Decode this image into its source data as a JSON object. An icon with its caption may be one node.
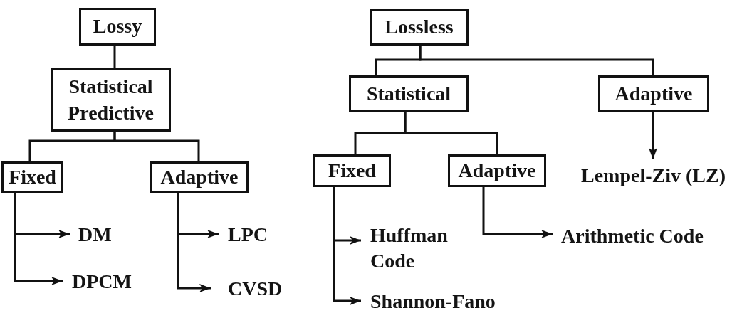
{
  "diagram": {
    "nodes": [
      {
        "text": [
          "Lossy"
        ]
      },
      {
        "text": [
          "Statistical Predictive"
        ]
      },
      {
        "text": [
          "Fixed"
        ]
      },
      {
        "text": [
          "Adaptive"
        ]
      },
      {
        "text": [
          "DM"
        ]
      },
      {
        "text": [
          "DPCM"
        ]
      },
      {
        "text": [
          "LPC"
        ]
      },
      {
        "text": [
          "CVSD"
        ]
      },
      {
        "text": [
          "Lossless"
        ]
      },
      {
        "text": [
          "Statistical"
        ]
      },
      {
        "text": [
          "Adaptive"
        ]
      },
      {
        "text": [
          "Lempel-Ziv (LZ)"
        ]
      },
      {
        "text": [
          "Fixed"
        ]
      },
      {
        "text": [
          "Adaptive"
        ]
      },
      {
        "text": [
          "Huffman Code"
        ]
      },
      {
        "text": [
          "Arithmetic Code"
        ]
      },
      {
        "text": [
          "Shannon-Fano"
        ]
      }
    ],
    "edges": [
      {
        "from": 0,
        "to": 1,
        "arrow": "none"
      },
      {
        "from": 1,
        "to": 2,
        "arrow": "none"
      },
      {
        "from": 1,
        "to": 3,
        "arrow": "none"
      },
      {
        "from": 2,
        "to": 4,
        "arrow": "to"
      },
      {
        "from": 2,
        "to": 5,
        "arrow": "to"
      },
      {
        "from": 3,
        "to": 6,
        "arrow": "to"
      },
      {
        "from": 3,
        "to": 7,
        "arrow": "to"
      },
      {
        "from": 8,
        "to": 9,
        "arrow": "none"
      },
      {
        "from": 8,
        "to": 10,
        "arrow": "none"
      },
      {
        "from": 9,
        "to": 12,
        "arrow": "none"
      },
      {
        "from": 9,
        "to": 13,
        "arrow": "none"
      },
      {
        "from": 10,
        "to": 11,
        "arrow": "to"
      },
      {
        "from": 12,
        "to": 14,
        "arrow": "to"
      },
      {
        "from": 12,
        "to": 16,
        "arrow": "to"
      },
      {
        "from": 13,
        "to": 15,
        "arrow": "to"
      }
    ]
  }
}
